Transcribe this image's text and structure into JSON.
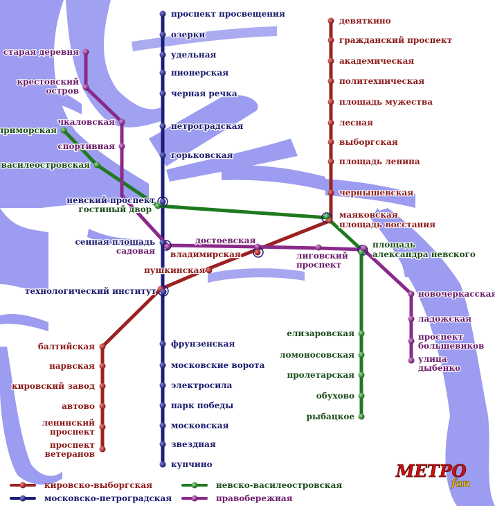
{
  "colors": {
    "water": "#9c9cf0",
    "red": "#9b2222",
    "blue": "#1c1c7a",
    "green": "#1f7a1f",
    "purple": "#8a2a8a"
  },
  "lines": [
    {
      "id": "red",
      "name": "кировско-выборгская",
      "color": "#9b2222"
    },
    {
      "id": "blue",
      "name": "московско-петроградская",
      "color": "#1c1c7a"
    },
    {
      "id": "green",
      "name": "невско-василеостровская",
      "color": "#1f7a1f"
    },
    {
      "id": "purple",
      "name": "правобережная",
      "color": "#8a2a8a"
    }
  ],
  "stations": {
    "red": [
      "девяткино",
      "гражданский проспект",
      "академическая",
      "политехническая",
      "площадь мужества",
      "лесная",
      "выборгская",
      "площадь ленина",
      "чернышевская",
      "площадь восстания",
      "владимирская",
      "пушкинская",
      "технологический институт",
      "балтийская",
      "нарвская",
      "кировский завод",
      "автово",
      "ленинский проспект",
      "проспект ветеранов"
    ],
    "blue": [
      "проспект просвещения",
      "озерки",
      "удельная",
      "пионерская",
      "черная речка",
      "петроградская",
      "горьковская",
      "невский проспект",
      "сенная площадь",
      "технологический институт",
      "фрунзенская",
      "московские ворота",
      "электросила",
      "парк победы",
      "московская",
      "звездная",
      "купчино"
    ],
    "green": [
      "приморская",
      "василеостровская",
      "гостиный двор",
      "маяковская",
      "площадь александра невского",
      "елизаровская",
      "ломоносовская",
      "пролетарская",
      "обухово",
      "рыбацкое"
    ],
    "purple": [
      "старая деревня",
      "крестовский остров",
      "чкаловская",
      "спортивная",
      "садовая",
      "достоевская",
      "лиговский проспект",
      "площадь александра невского",
      "новочеркасская",
      "ладожская",
      "проспект большевиков",
      "улица дыбенко"
    ]
  },
  "labels": {
    "devyatkino": "девяткино",
    "grazhdansky": "гражданский проспект",
    "akademicheskaya": "академическая",
    "politekhnicheskaya": "политехническая",
    "muzhestva": "площадь мужества",
    "lesnaya": "лесная",
    "vyborgskaya": "выборгская",
    "lenina": "площадь ленина",
    "chernyshevskaya": "чернышевская",
    "mayakovskaya": "маяковская",
    "vosstaniya": "площадь восстания",
    "vladimirskaya": "владимирская",
    "pushkinskaya": "пушкинская",
    "tekhnolog": "технологический институт",
    "baltiyskaya": "балтийская",
    "narvskaya": "нарвская",
    "kirovsky": "кировский завод",
    "avtovo": "автово",
    "leninsky_1": "ленинский",
    "leninsky_2": "проспект",
    "veteranov_1": "проспект",
    "veteranov_2": "ветеранов",
    "prosvescheniya": "проспект просвещения",
    "ozerki": "озерки",
    "udelnaya": "удельная",
    "pionerskaya": "пионерская",
    "chernaya": "черная речка",
    "petrogradskaya": "петроградская",
    "gorkovskaya": "горьковская",
    "nevsky": "невский проспект",
    "gostiny": "гостиный двор",
    "sennaya": "сенная площадь",
    "sadovaya": "садовая",
    "frunzenskaya": "фрунзенская",
    "moskovskie": "московские ворота",
    "elektrosila": "электросила",
    "park_pobedy": "парк победы",
    "moskovskaya": "московская",
    "zvezdnaya": "звездная",
    "kupchino": "купчино",
    "primorskaya": "приморская",
    "vasileostrovskaya": "василеостровская",
    "nevskogo_1": "площадь",
    "nevskogo_2": "александра невского",
    "elizarovskaya": "елизаровская",
    "lomonosovskaya": "ломоносовская",
    "proletarskaya": "пролетарская",
    "obukhovo": "обухово",
    "rybatskoe": "рыбацкое",
    "staraya": "старая деревня",
    "krestovsky_1": "крестовский",
    "krestovsky_2": "остров",
    "chkalovskaya": "чкаловская",
    "sportivnaya": "спортивная",
    "dostoevskaya": "достоевская",
    "ligovsky_1": "лиговский",
    "ligovsky_2": "проспект",
    "novocherkasskaya": "новочеркасская",
    "ladozhskaya": "ладожская",
    "bolshevikov_1": "проспект",
    "bolshevikov_2": "большевиков",
    "dybenko_1": "улица",
    "dybenko_2": "дыбенко"
  },
  "logo": {
    "main": "МЕТРО",
    "sub": "fan"
  }
}
